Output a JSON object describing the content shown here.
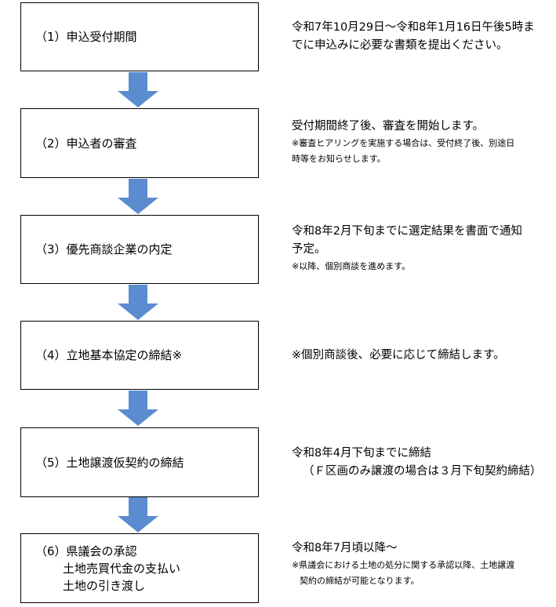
{
  "colors": {
    "arrow": "#5b8ccf",
    "border": "#000000"
  },
  "steps": [
    {
      "label_lines": [
        "（1）申込受付期間"
      ],
      "desc_lines": [
        "令和7年10月29日～令和8年1月16日午後5時ま",
        "でに申込みに必要な書類を提出ください。"
      ],
      "note_lines": []
    },
    {
      "label_lines": [
        "（2）申込者の審査"
      ],
      "desc_lines": [
        "受付期間終了後、審査を開始します。"
      ],
      "note_lines": [
        "※審査ヒアリングを実施する場合は、受付終了後、別途日",
        "時等をお知らせします。"
      ]
    },
    {
      "label_lines": [
        "（3）優先商談企業の内定"
      ],
      "desc_lines": [
        "令和8年2月下旬までに選定結果を書面で通知",
        "予定。"
      ],
      "note_lines": [
        "※以降、個別商談を進めます。"
      ]
    },
    {
      "label_lines": [
        "（4）立地基本協定の締結※"
      ],
      "desc_lines": [
        "※個別商談後、必要に応じて締結します。"
      ],
      "note_lines": []
    },
    {
      "label_lines": [
        "（5）土地譲渡仮契約の締結"
      ],
      "desc_lines": [
        "令和8年4月下旬までに締結",
        "（Ｆ区画のみ譲渡の場合は３月下旬契約締結）"
      ],
      "note_lines": []
    },
    {
      "label_lines": [
        "（6）県議会の承認",
        "土地売買代金の支払い",
        "土地の引き渡し"
      ],
      "desc_lines": [
        "令和8年7月頃以降～"
      ],
      "note_lines": [
        "※県議会における土地の処分に関する承認以降、土地譲渡",
        "契約の締結が可能となります。"
      ]
    }
  ]
}
